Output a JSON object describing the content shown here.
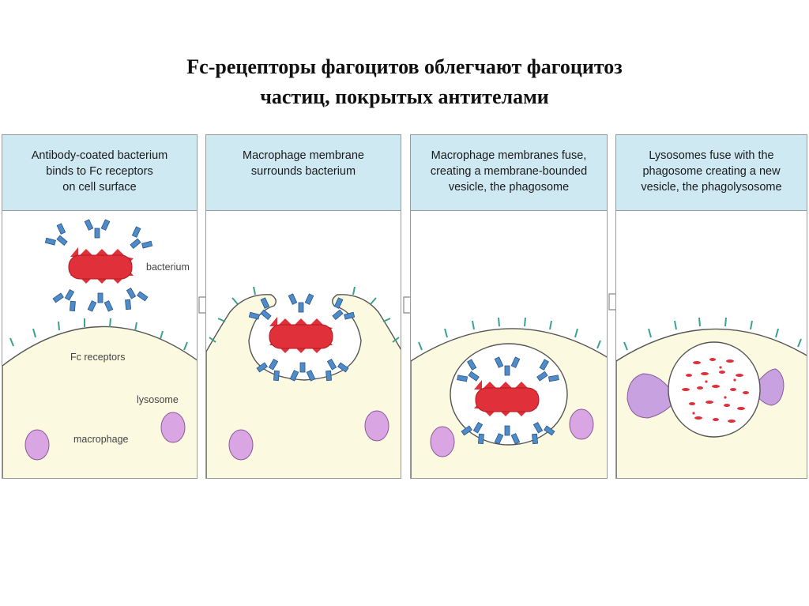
{
  "title": {
    "line1": "Fc-рецепторы фагоцитов облегчают фагоцитоз",
    "line2": "частиц, покрытых антителами"
  },
  "panels": [
    {
      "caption": [
        "Antibody-coated bacterium",
        "binds to Fc receptors",
        "on cell surface"
      ],
      "labels": {
        "bacterium": "bacterium",
        "fc_receptors": "Fc receptors",
        "lysosome": "lysosome",
        "macrophage": "macrophage"
      }
    },
    {
      "caption": [
        "Macrophage membrane",
        "surrounds bacterium"
      ]
    },
    {
      "caption": [
        "Macrophage membranes fuse,",
        "creating a membrane-bounded",
        "vesicle, the phagosome"
      ]
    },
    {
      "caption": [
        "Lysosomes fuse with the",
        "phagosome creating a new",
        "vesicle, the phagolysosome"
      ]
    }
  ],
  "colors": {
    "header_bg": "#cfe9f3",
    "cytoplasm": "#fbf9df",
    "bacterium": "#e0303a",
    "antibody": "#4f8cc7",
    "receptor": "#3aa38a",
    "lysosome": "#d9a6e3"
  }
}
